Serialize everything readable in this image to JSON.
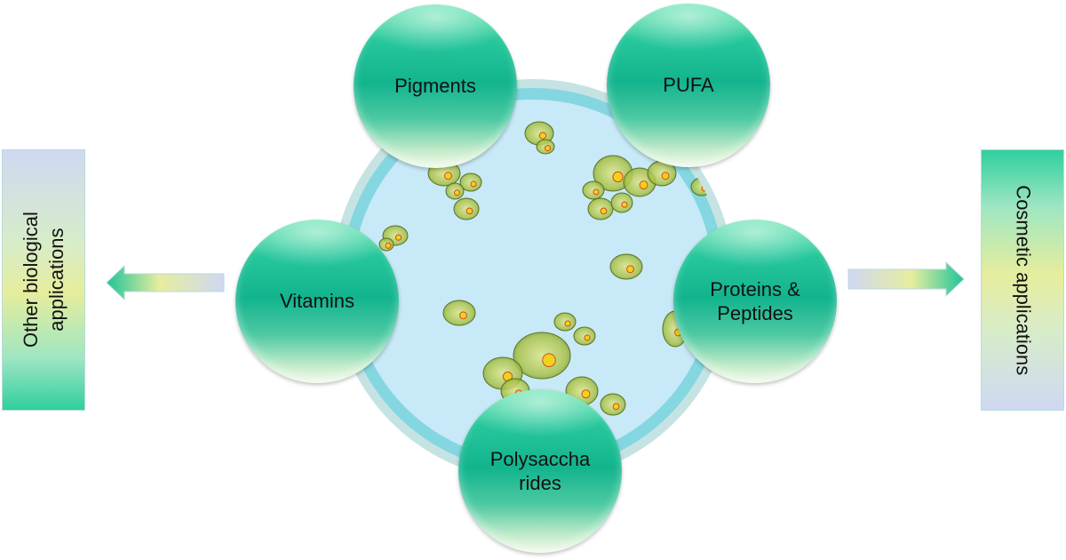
{
  "nodes": {
    "pigments": "Pigments",
    "pufa": "PUFA",
    "vitamins": "Vitamins",
    "proteins_line1": "Proteins &",
    "proteins_line2": "Peptides",
    "polysaccharides_line1": "Polysaccha",
    "polysaccharides_line2": "rides"
  },
  "outputs": {
    "left_line1": "Other biological",
    "left_line2": "applications",
    "right": "Cosmetic applications"
  },
  "colors": {
    "node_green": "#12b48e",
    "dish_fill": "#c8e9f7",
    "dish_ring": "#7fd6e0",
    "algae": "#a9c24a"
  }
}
